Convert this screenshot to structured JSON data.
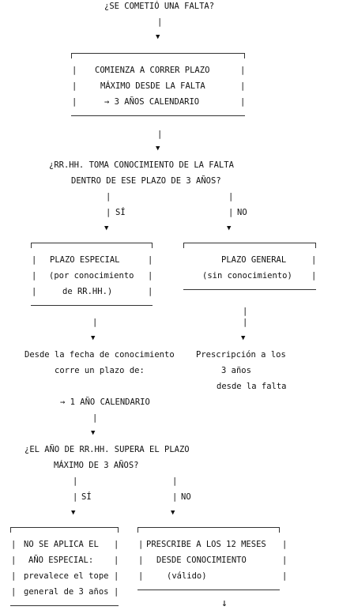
{
  "q1": "¿SE COMETIÓ UNA FALTA?",
  "box1": {
    "l1": "COMIENZA A CORRER PLAZO",
    "l2": "MÁXIMO DESDE LA FALTA",
    "l3": "→ 3 AÑOS CALENDARIO"
  },
  "q2": {
    "l1": "¿RR.HH. TOMA CONOCIMIENTO DE LA FALTA",
    "l2": "DENTRO DE ESE PLAZO DE 3 AÑOS?"
  },
  "yes": "SÍ",
  "no": "NO",
  "box_esp": {
    "l1": "PLAZO ESPECIAL",
    "l2": "(por conocimiento",
    "l3": "de RR.HH.)"
  },
  "box_gen": {
    "l1": "PLAZO GENERAL",
    "l2": "(sin conocimiento)"
  },
  "esp_text": {
    "l1": "Desde la fecha de conocimiento",
    "l2": "corre un plazo de:",
    "l3": "→ 1 AÑO CALENDARIO"
  },
  "gen_text": {
    "l1": "Prescripción a los",
    "l2": "3 años",
    "l3": "desde la falta"
  },
  "q3": {
    "l1": "¿EL AÑO DE RR.HH. SUPERA EL PLAZO",
    "l2": "MÁXIMO DE 3 AÑOS?"
  },
  "yes2": "SÍ",
  "no2": "NO",
  "box_no": {
    "l1": "NO SE APLICA EL",
    "l2": "AÑO ESPECIAL:",
    "l3": "prevalece el tope",
    "l4": "general de 3 años"
  },
  "box_pres": {
    "l1": "PRESCRIBE A LOS 12 MESES",
    "l2": "DESDE CONOCIMIENTO",
    "l3": "(válido)"
  }
}
